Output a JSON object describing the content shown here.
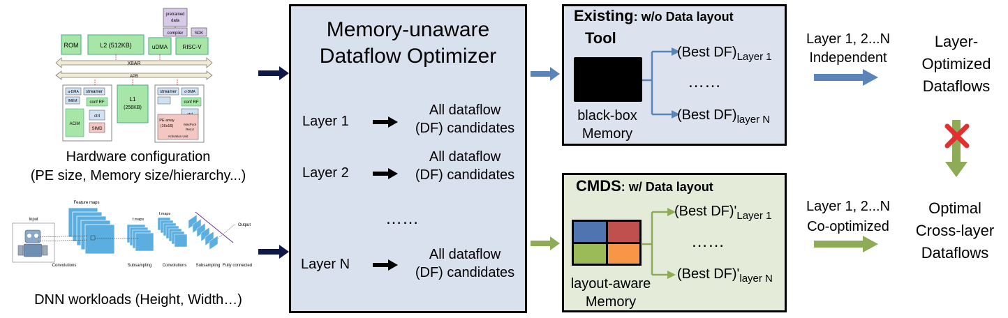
{
  "left": {
    "hardware_caption_1": "Hardware  configuration",
    "hardware_caption_2": "(PE size,  Memory size/hierarchy...)",
    "dnn_caption": "DNN workloads (Height, Width…)",
    "hw_figure": {
      "pretrained": "pretrained",
      "data": "data",
      "compiler": "compiler",
      "sdk": "SDK",
      "rom": "ROM",
      "l2": "L2 (512KB)",
      "udma": "uDMA",
      "riscv": "RISC-V",
      "xbar": "XBAR",
      "apb": "APB",
      "l1": "L1",
      "l1_size": "(256KB)",
      "streamer_left": "streamer",
      "streamer_right": "streamer",
      "dma_left": "a-DMA",
      "dma_right": "d-DMA",
      "imem": "IMEM",
      "confrf_left": "conf RF",
      "confrf_right": "conf RF",
      "acim": "ACiM",
      "ctrl_left": "ctrl",
      "ctrl_right": "ctrl",
      "simd": "SIMD",
      "pe_array": "PE array",
      "pe_size": "(16x16)",
      "maxpool": "MaxPool",
      "relu": "ReLU",
      "activation": "Activation Unit"
    },
    "dnn_figure": {
      "input": "Input",
      "feature_maps": "Feature maps",
      "fmaps1": "f.maps",
      "fmaps2": "f.maps",
      "output": "Output",
      "convolutions1": "Convolutions",
      "subsampling1": "Subsampling",
      "convolutions2": "Convolutions",
      "subsampling2": "Subsampling",
      "fully_connected": "Fully connected"
    }
  },
  "optimizer": {
    "title_1": "Memory-unaware",
    "title_2": "Dataflow Optimizer",
    "rows": [
      {
        "layer": "Layer 1",
        "cand_1": "All dataflow",
        "cand_2": "(DF) candidates"
      },
      {
        "layer": "Layer 2",
        "cand_1": "All dataflow",
        "cand_2": "(DF) candidates"
      },
      {
        "layer": "Layer N",
        "cand_1": "All dataflow",
        "cand_2": "(DF) candidates"
      }
    ],
    "ellipsis": "……"
  },
  "existing": {
    "title_bold": "Existing",
    "title_rest": ": w/o Data layout",
    "title_line2": "Tool",
    "mem_label_1": "black-box",
    "mem_label_2": "Memory",
    "best_prefix": "(Best DF)",
    "best_first_sub": "Layer 1",
    "best_last_sub": "layer N",
    "ellipsis": "……",
    "bg_color": "#dde3ee",
    "arrow_color": "#5b84b8"
  },
  "cmds": {
    "title_bold": "CMDS",
    "title_rest": ": w/ Data layout",
    "mem_label_1": "layout-aware",
    "mem_label_2": "Memory",
    "best_prefix": "(Best DF)'",
    "best_first_sub": "Layer 1",
    "best_last_sub": "layer N",
    "ellipsis": "……",
    "bg_color": "#e4ebd8",
    "arrow_color": "#8eab58",
    "quadrant_colors": [
      "#4f74b0",
      "#c0504d",
      "#9bbb59",
      "#f79646"
    ]
  },
  "right": {
    "top_layers": "Layer 1, 2...N",
    "top_mode": "Independent",
    "top_result_1": "Layer-",
    "top_result_2": "Optimized",
    "top_result_3": "Dataflows",
    "bottom_layers": "Layer 1, 2...N",
    "bottom_mode": "Co-optimized",
    "bottom_result_1": "Optimal",
    "bottom_result_2": "Cross-layer",
    "bottom_result_3": "Dataflows",
    "cross_color": "#e03030"
  },
  "colors": {
    "optimizer_bg": "#d9e0ee",
    "input_arrow": "#101848"
  }
}
